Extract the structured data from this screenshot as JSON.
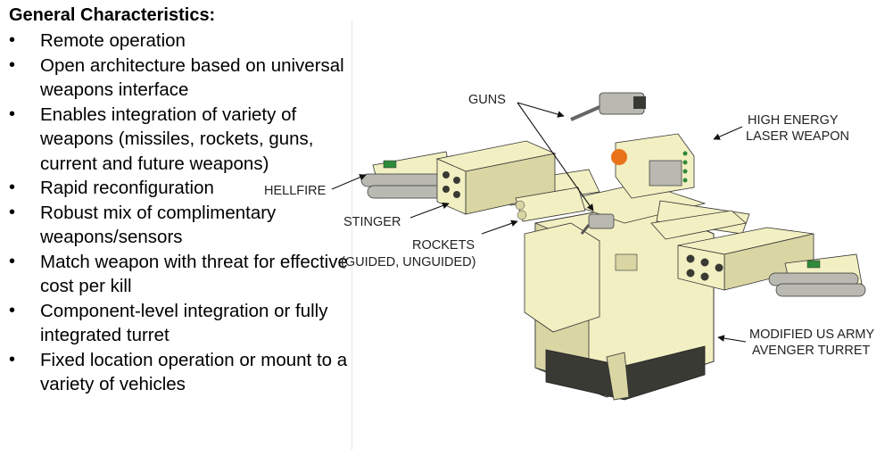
{
  "left_panel": {
    "heading": "General Characteristics:",
    "bullets": [
      "Remote operation",
      "Open architecture based on universal weapons interface",
      "Enables integration of variety of weapons (missiles, rockets, guns, current and future weapons)",
      "Rapid reconfiguration",
      "Robust mix of complimentary weapons/sensors",
      "Match weapon with threat for effective cost per kill",
      "Component-level integration or fully integrated turret",
      "Fixed location operation or mount to a variety of vehicles"
    ]
  },
  "diagram": {
    "labels": {
      "guns": "GUNS",
      "hel_line1": "HIGH ENERGY",
      "hel_line2": "LASER WEAPON",
      "hellfire": "HELLFIRE",
      "stinger": "STINGER",
      "rockets_line1": "ROCKETS",
      "rockets_line2": "(GUIDED, UNGUIDED)",
      "avenger_line1": "MODIFIED US ARMY",
      "avenger_line2": "AVENGER TURRET"
    },
    "colors": {
      "body": "#f2efc2",
      "shade": "#d9d6a4",
      "dark": "#3a3a34",
      "laser": "#e8731a",
      "indicator": "#2f8a3a",
      "gray": "#b9b9b2"
    }
  }
}
